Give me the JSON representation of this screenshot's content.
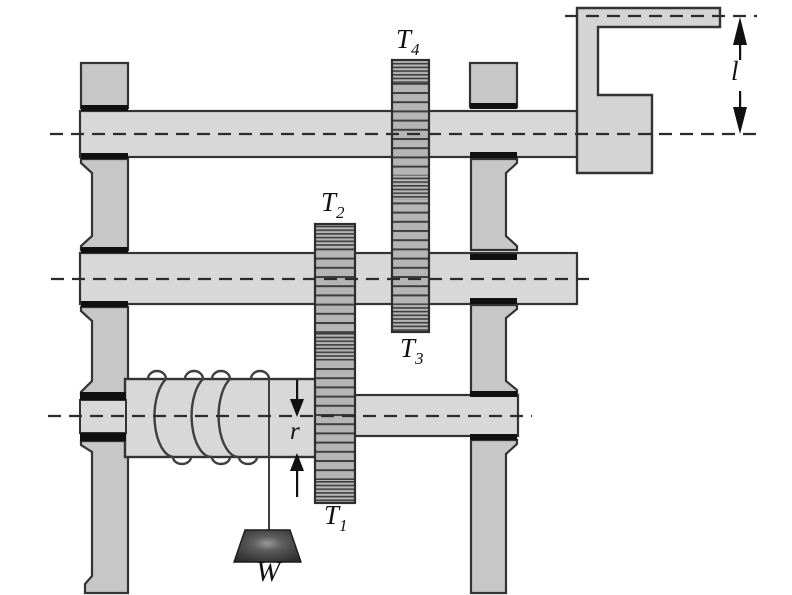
{
  "figure": {
    "labels": {
      "t4": {
        "base": "T",
        "sub": "4"
      },
      "t3": {
        "base": "T",
        "sub": "3"
      },
      "t2": {
        "base": "T",
        "sub": "2"
      },
      "t1": {
        "base": "T",
        "sub": "1"
      },
      "drum_radius": "r",
      "crank_arm_length": "l",
      "weight": "W"
    },
    "colors": {
      "background": "#ffffff",
      "shaft": "#d8d8d8",
      "column": "#c7c7c7",
      "gear": "#b5b5b5",
      "gear_teeth": "#3e3e3e",
      "crank": "#d4d4d4",
      "bearing": "#101010",
      "outline": "#333333",
      "dash": "#2b2b2b",
      "dimension": "#111111"
    }
  }
}
